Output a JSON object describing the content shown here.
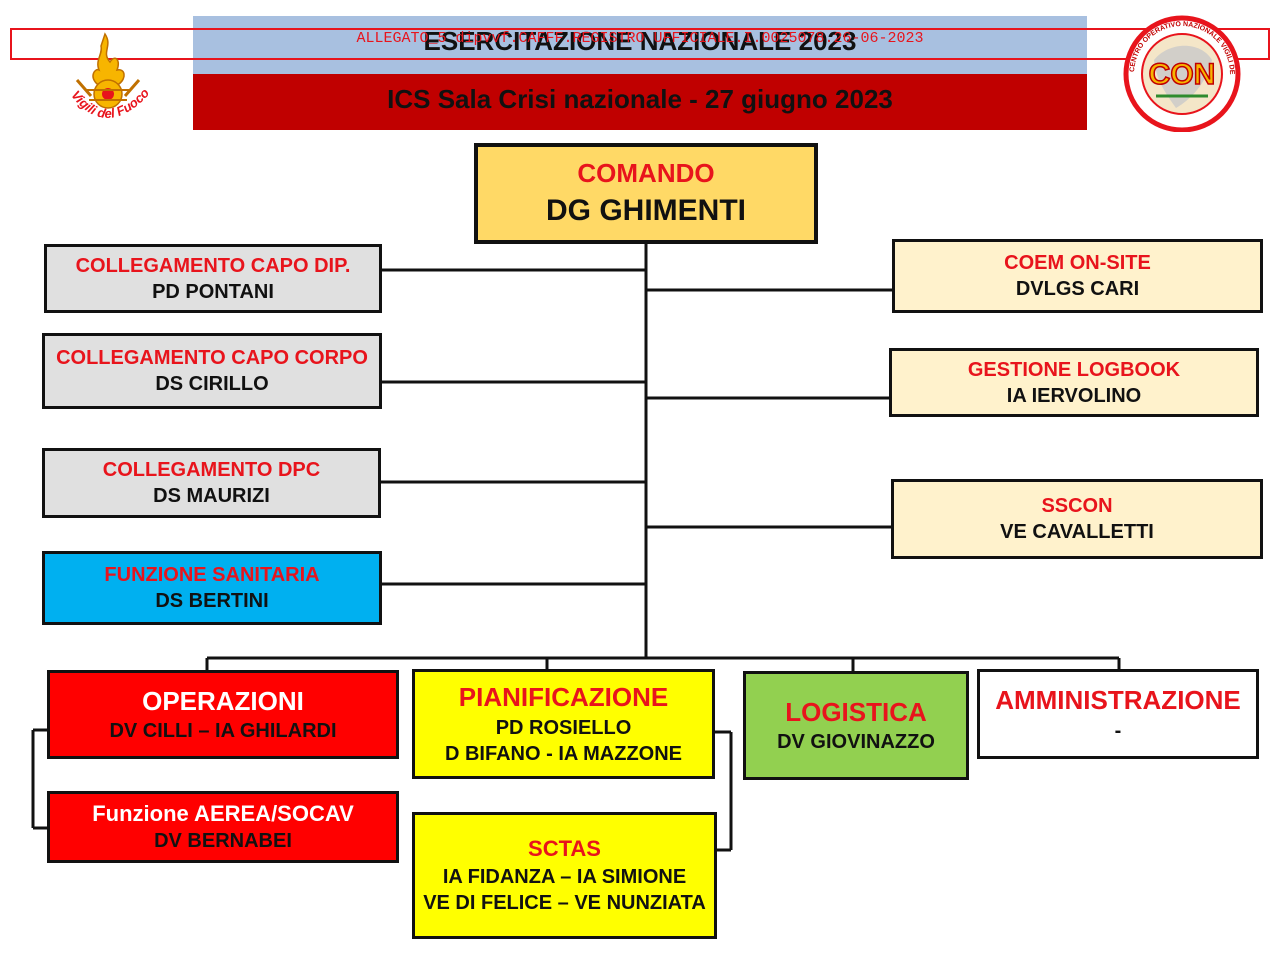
{
  "header": {
    "title": "ESERCITAZIONE NAZIONALE 2023",
    "subtitle": "ICS Sala Crisi nazionale - 27 giugno 2023",
    "colors": {
      "title_bg": "#a8c0e0",
      "subtitle_bg": "#c00000"
    }
  },
  "stamp": {
    "text": "ALLEGATO_5 dipvvf.CAFFF.REGISTRO UFFICIALE.I.0025078.26-06-2023"
  },
  "logos": {
    "left": {
      "icon": "flame-grenade-emblem",
      "text": "Vigili del Fuoco"
    },
    "right": {
      "icon": "con-seal",
      "text": "CON",
      "ring_text": "CENTRO OPERATIVO NAZIONALE VIGILI DEL FUOCO"
    }
  },
  "command": {
    "role": "COMANDO",
    "name": "DG GHIMENTI"
  },
  "left_boxes": [
    {
      "role": "COLLEGAMENTO CAPO DIP.",
      "name": "PD PONTANI"
    },
    {
      "role": "COLLEGAMENTO CAPO CORPO",
      "name": "DS CIRILLO"
    },
    {
      "role": "COLLEGAMENTO DPC",
      "name": "DS MAURIZI"
    },
    {
      "role": "FUNZIONE SANITARIA",
      "name": "DS BERTINI"
    }
  ],
  "right_boxes": [
    {
      "role": "COEM ON-SITE",
      "name": "DVLGS CARI"
    },
    {
      "role": "GESTIONE LOGBOOK",
      "name": "IA IERVOLINO"
    },
    {
      "role": "SSCON",
      "name": "VE CAVALLETTI"
    }
  ],
  "sections": {
    "operazioni": {
      "role": "OPERAZIONI",
      "name": "DV CILLI – IA GHILARDI"
    },
    "aerea": {
      "role": "Funzione AEREA/SOCAV",
      "name": "DV BERNABEI"
    },
    "pianificazione": {
      "role": "PIANIFICAZIONE",
      "name1": "PD ROSIELLO",
      "name2": "D BIFANO - IA MAZZONE"
    },
    "sctas": {
      "role": "SCTAS",
      "name1": "IA FIDANZA – IA SIMIONE",
      "name2": "VE DI FELICE – VE NUNZIATA"
    },
    "logistica": {
      "role": "LOGISTICA",
      "name": "DV GIOVINAZZO"
    },
    "amministrazione": {
      "role": "AMMINISTRAZIONE",
      "name": "-"
    }
  },
  "colors": {
    "command": "#ffd966",
    "gray": "#e0e0e0",
    "cream": "#fff2cc",
    "cyan": "#00b0f0",
    "red": "#ff0000",
    "yellow": "#ffff00",
    "green": "#92d050",
    "text_red": "#e8141c"
  }
}
